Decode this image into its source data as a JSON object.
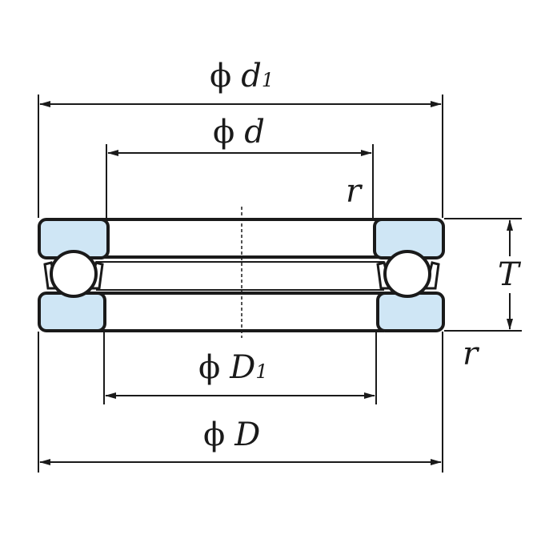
{
  "diagram": {
    "title": "Thrust ball bearing dimensions",
    "labels": {
      "d1": {
        "phi": "ϕ",
        "var": "d",
        "sub": "1"
      },
      "d": {
        "phi": "ϕ",
        "var": "d"
      },
      "D1": {
        "phi": "ϕ",
        "var": "D",
        "sub": "1"
      },
      "D": {
        "phi": "ϕ",
        "var": "D"
      },
      "T": "T",
      "r_top": "r",
      "r_bottom": "r"
    },
    "colors": {
      "washer_fill": "#cfe6f5",
      "line": "#1a1a1a"
    }
  }
}
